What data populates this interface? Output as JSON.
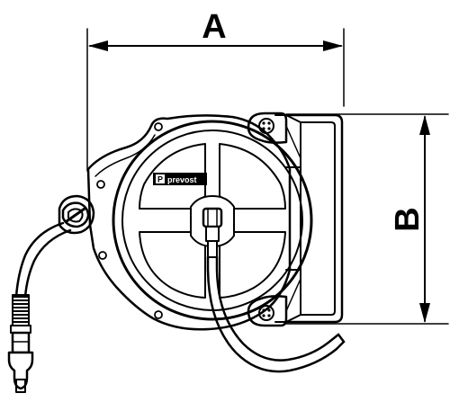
{
  "dimensions": {
    "width_label": "A",
    "height_label": "B"
  },
  "brand": {
    "logo_text": "prevost",
    "logo_mark": "P"
  },
  "colors": {
    "line": "#000000",
    "background": "#ffffff"
  }
}
